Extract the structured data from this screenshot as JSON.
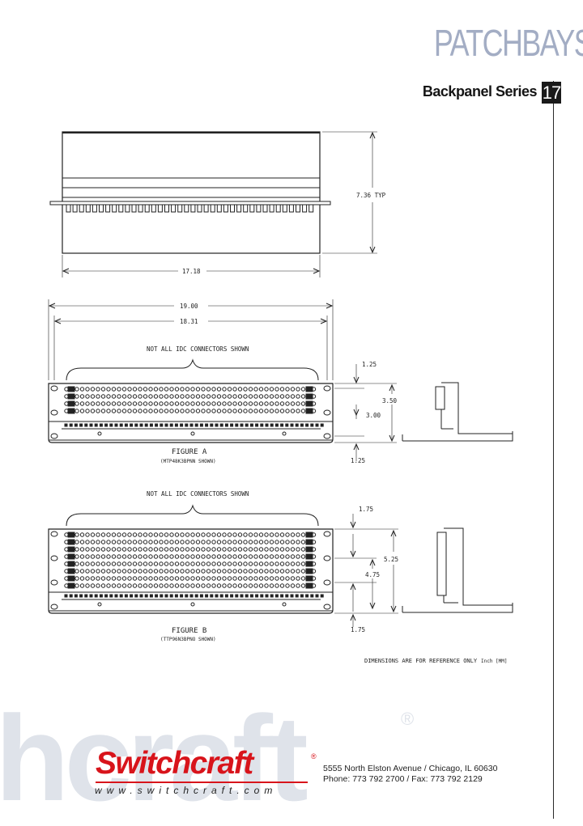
{
  "header": {
    "category": "PATCHBAYS",
    "series": "Backpanel Series",
    "page_number": "17"
  },
  "drawing1": {
    "dim_height": "7.36 TYP",
    "dim_width": "17.18"
  },
  "figure_a": {
    "dim_overall": "19.00",
    "dim_inner": "18.31",
    "connectors_note": "NOT ALL IDC CONNECTORS SHOWN",
    "dim_top": "1.25",
    "dim_spacing": "3.00",
    "dim_height": "3.50",
    "dim_bottom": "1.25",
    "caption": "FIGURE A",
    "model": "(MTP48K3BPNN SHOWN)"
  },
  "figure_b": {
    "connectors_note": "NOT ALL IDC CONNECTORS SHOWN",
    "dim_top": "1.75",
    "dim_height": "5.25",
    "dim_spacing": "4.75",
    "dim_bottom": "1.75",
    "caption": "FIGURE B",
    "model": "(TTP96N3BPNO SHOWN)"
  },
  "note": "DIMENSIONS ARE FOR REFERENCE ONLY",
  "note_unit": "Inch [MM]",
  "footer": {
    "watermark": "hcraft",
    "watermark_reg": "®",
    "logo": "Switchcraft",
    "logo_reg": "®",
    "website": "www.switchcraft.com",
    "address": "5555 North Elston Avenue  /  Chicago, IL 60630",
    "phone": "Phone: 773 792 2700  /  Fax: 773 792 2129",
    "brand_color": "#d8141b"
  }
}
